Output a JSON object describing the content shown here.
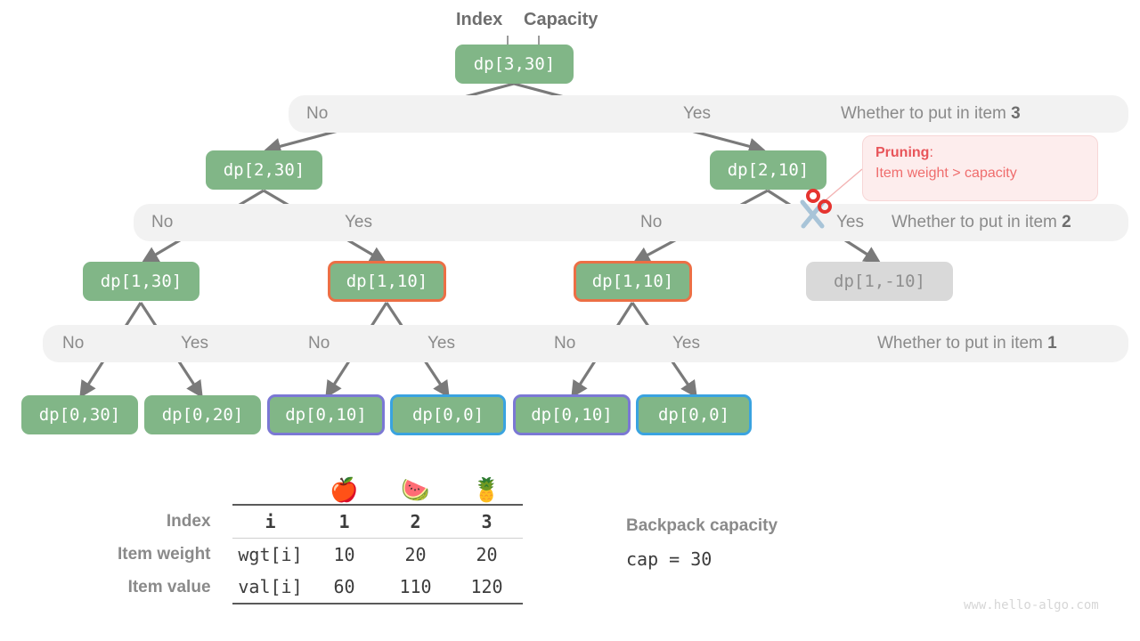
{
  "header": {
    "index_label": "Index",
    "capacity_label": "Capacity"
  },
  "nodes": {
    "root": "dp[3,30]",
    "l2_left": "dp[2,30]",
    "l2_right": "dp[2,10]",
    "l3_a": "dp[1,30]",
    "l3_b": "dp[1,10]",
    "l3_c": "dp[1,10]",
    "l3_d": "dp[1,-10]",
    "l4_a": "dp[0,30]",
    "l4_b": "dp[0,20]",
    "l4_c": "dp[0,10]",
    "l4_d": "dp[0,0]",
    "l4_e": "dp[0,10]",
    "l4_f": "dp[0,0]"
  },
  "bands": {
    "item3": {
      "title_prefix": "Whether to put in item ",
      "title_num": "3",
      "no": "No",
      "yes": "Yes"
    },
    "item2": {
      "title_prefix": "Whether to put in item ",
      "title_num": "2",
      "no1": "No",
      "yes1": "Yes",
      "no2": "No",
      "yes2": "Yes"
    },
    "item1": {
      "title_prefix": "Whether to put in item ",
      "title_num": "1",
      "no1": "No",
      "yes1": "Yes",
      "no2": "No",
      "yes2": "Yes",
      "no3": "No",
      "yes3": "Yes"
    }
  },
  "pruning": {
    "title": "Pruning",
    "colon": ":",
    "reason": "Item weight > capacity"
  },
  "table": {
    "emojis": [
      "🍎",
      "🍉",
      "🍍"
    ],
    "rows": [
      {
        "label": "Index",
        "key": "i",
        "values": [
          "1",
          "2",
          "3"
        ]
      },
      {
        "label": "Item weight",
        "key": "wgt[i]",
        "values": [
          "10",
          "20",
          "20"
        ]
      },
      {
        "label": "Item value",
        "key": "val[i]",
        "values": [
          "60",
          "110",
          "120"
        ]
      }
    ]
  },
  "capacity": {
    "title": "Backpack capacity",
    "value": "cap = 30"
  },
  "watermark": "www.hello-algo.com",
  "colors": {
    "node_green": "#81b687",
    "node_dim": "#d9d9d9",
    "highlight_orange": "#ec6f45",
    "highlight_purple": "#7b78d4",
    "highlight_blue": "#3aa3e0",
    "band_gray": "#f2f2f2",
    "edge_gray": "#7a7a7a",
    "pruning_red": "#ef6d6d"
  }
}
